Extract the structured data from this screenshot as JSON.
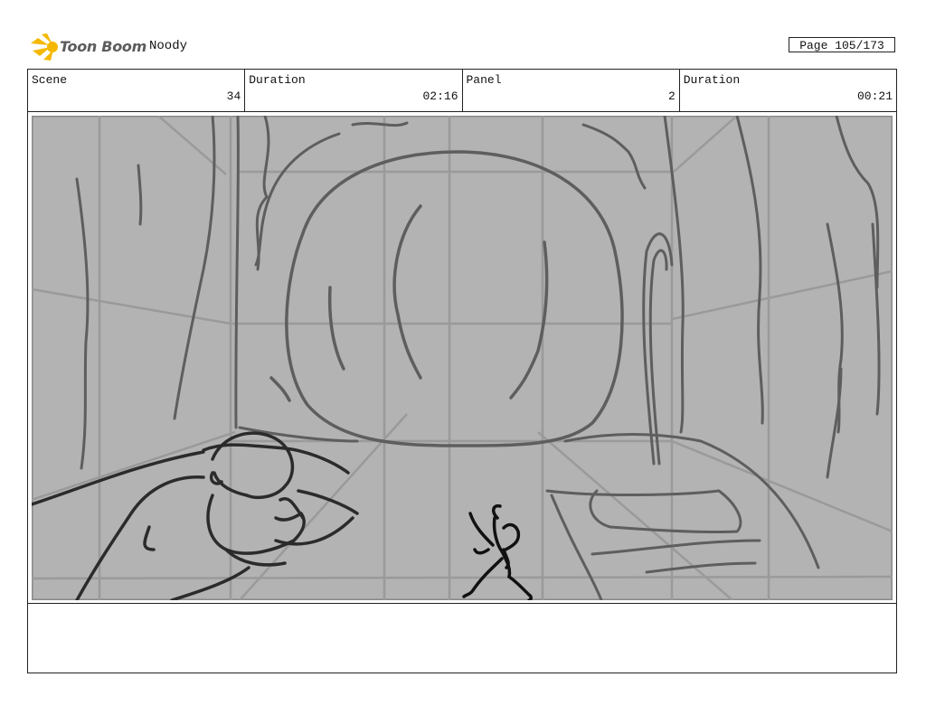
{
  "header": {
    "brand": "Toon Boom",
    "project": "Noody",
    "page": "Page 105/173"
  },
  "info": {
    "scene_label": "Scene",
    "scene_value": "34",
    "duration_label": "Duration",
    "duration_value": "02:16",
    "panel_label": "Panel",
    "panel_value": "2",
    "panel_duration_label": "Duration",
    "panel_duration_value": "00:21"
  },
  "notes": {
    "text": ""
  },
  "colors": {
    "sketch_bg": "#b3b3b3",
    "sketch_line": "#5e5e5e",
    "guide_line": "#9a9a9a",
    "logo_yellow": "#f5b800"
  }
}
